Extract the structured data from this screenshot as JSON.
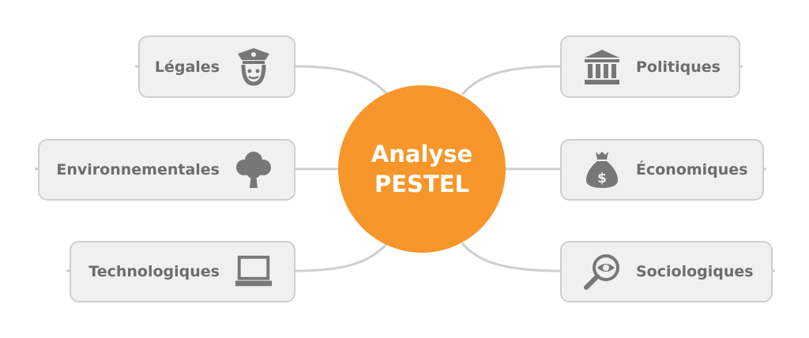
{
  "center": {
    "line1": "Analyse",
    "line2": "PESTEL",
    "color": "#f7962a"
  },
  "nodes": {
    "legales": {
      "label": "Légales",
      "icon": "police-officer-icon"
    },
    "environnementales": {
      "label": "Environnementales",
      "icon": "tree-icon"
    },
    "technologiques": {
      "label": "Technologiques",
      "icon": "laptop-icon"
    },
    "politiques": {
      "label": "Politiques",
      "icon": "government-building-icon"
    },
    "economiques": {
      "label": "Économiques",
      "icon": "money-bag-icon"
    },
    "sociologiques": {
      "label": "Sociologiques",
      "icon": "magnifier-eye-icon"
    }
  }
}
